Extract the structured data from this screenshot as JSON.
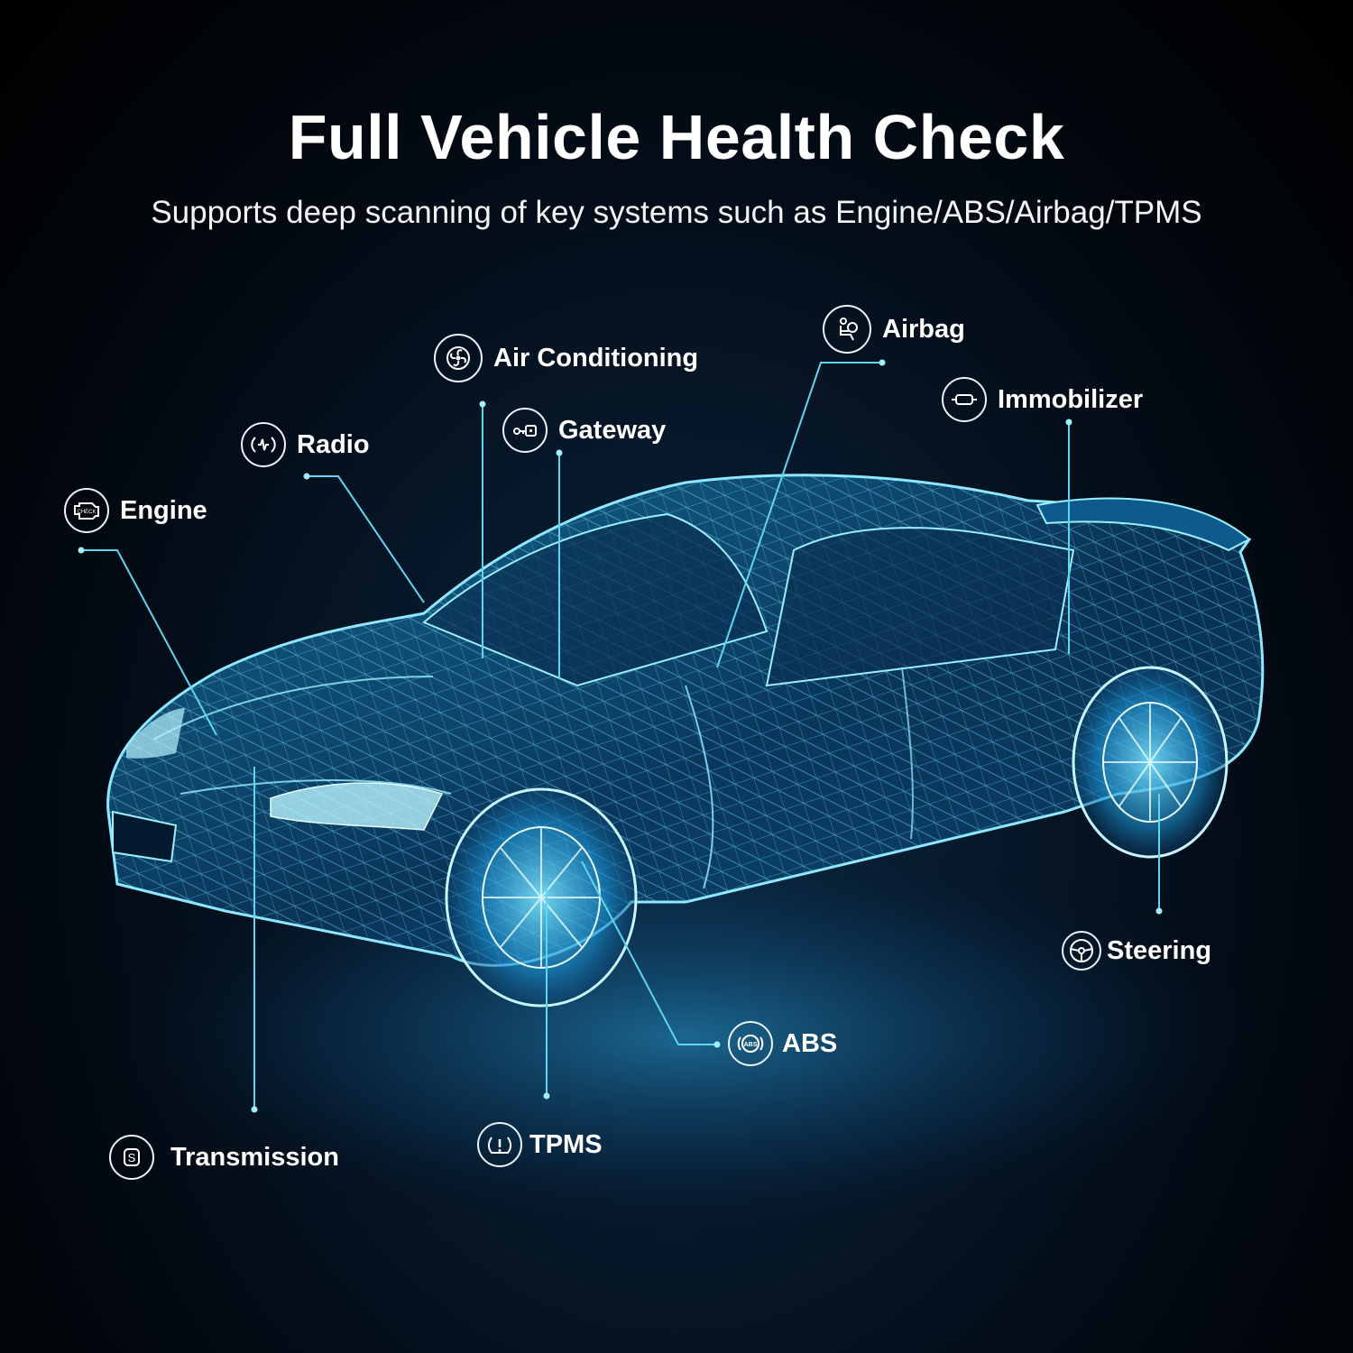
{
  "header": {
    "title": "Full Vehicle Health Check",
    "subtitle": "Supports deep scanning of key systems such as Engine/ABS/Airbag/TPMS"
  },
  "colors": {
    "accent": "#5fd6f0",
    "wireframe": "#4fc3f7",
    "background": "#02070e"
  },
  "callouts": [
    {
      "label": "Engine",
      "icon": "check-engine-icon"
    },
    {
      "label": "Radio",
      "icon": "radio-wave-icon"
    },
    {
      "label": "Air Conditioning",
      "icon": "fan-icon"
    },
    {
      "label": "Gateway",
      "icon": "gateway-key-icon"
    },
    {
      "label": "Airbag",
      "icon": "airbag-seat-icon"
    },
    {
      "label": "Immobilizer",
      "icon": "immobilizer-icon"
    },
    {
      "label": "Steering",
      "icon": "steering-wheel-icon"
    },
    {
      "label": "ABS",
      "icon": "abs-icon"
    },
    {
      "label": "TPMS",
      "icon": "tpms-icon"
    },
    {
      "label": "Transmission",
      "icon": "transmission-icon"
    }
  ]
}
